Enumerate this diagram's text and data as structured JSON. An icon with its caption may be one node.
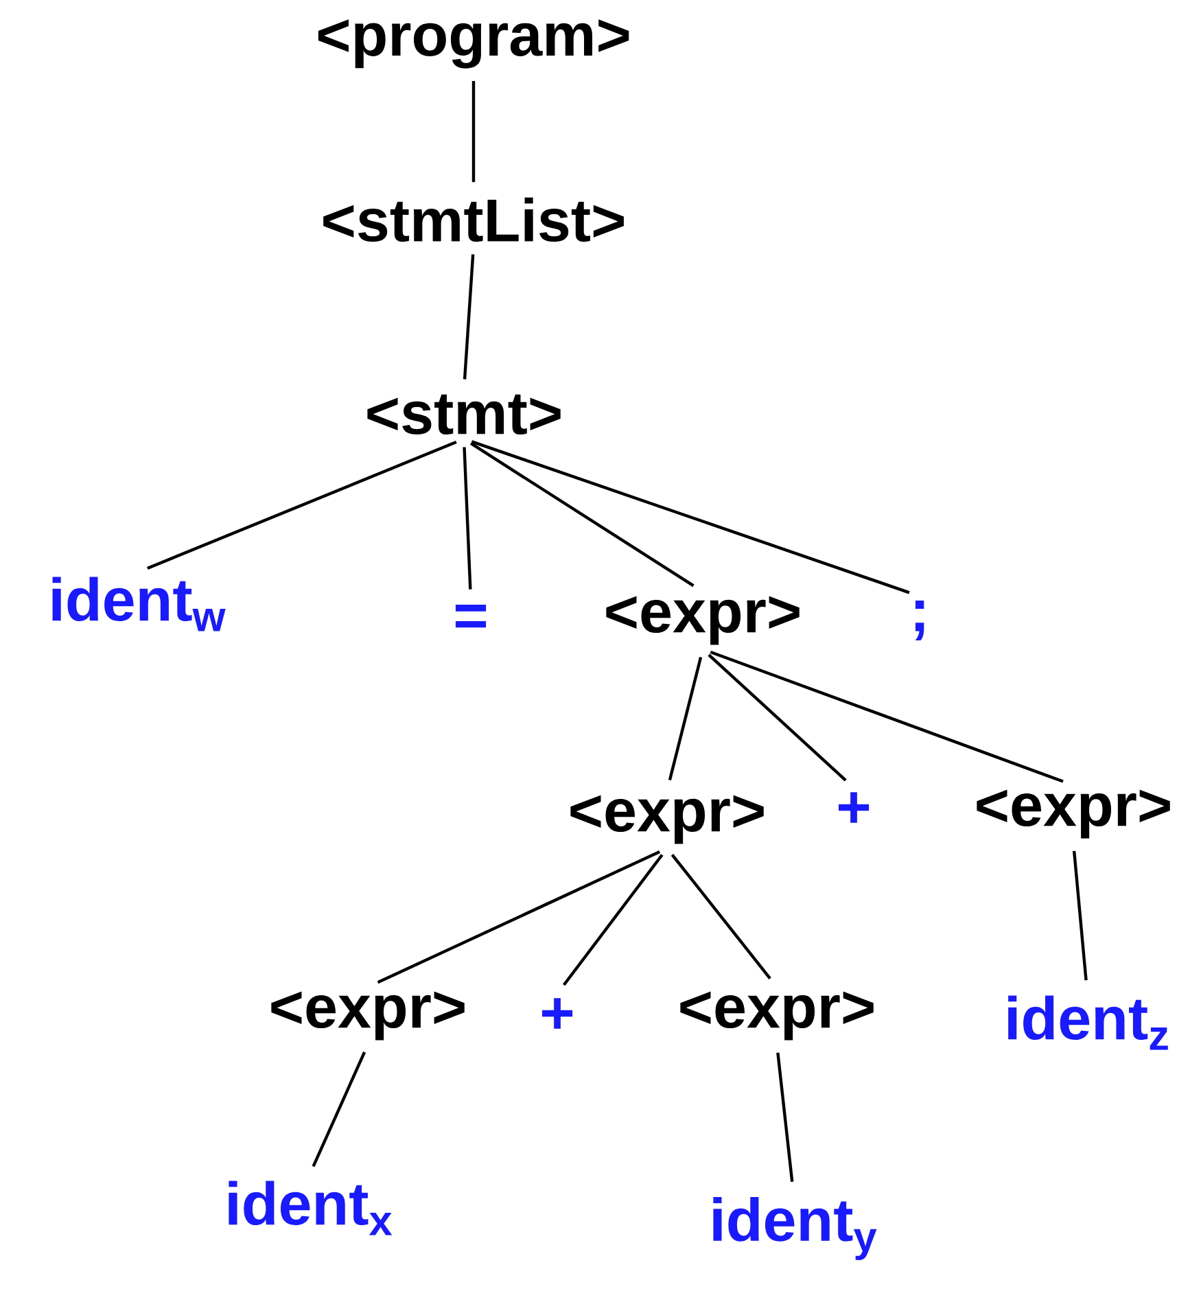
{
  "diagram": {
    "nodes": [
      {
        "text": [
          "<program>"
        ]
      },
      {
        "text": [
          "<stmtList>"
        ]
      },
      {
        "text": [
          "<stmt>"
        ]
      },
      {
        "text": [
          "ident$_{w}$"
        ]
      },
      {
        "text": [
          "="
        ]
      },
      {
        "text": [
          "<expr>"
        ]
      },
      {
        "text": [
          ";"
        ]
      },
      {
        "text": [
          "<expr>"
        ]
      },
      {
        "text": [
          "+"
        ]
      },
      {
        "text": [
          "<expr>"
        ]
      },
      {
        "text": [
          "<expr>"
        ]
      },
      {
        "text": [
          "+"
        ]
      },
      {
        "text": [
          "<expr>"
        ]
      },
      {
        "text": [
          "ident$_{z}$"
        ]
      },
      {
        "text": [
          "ident$_{x}$"
        ]
      },
      {
        "text": [
          "ident$_{y}$"
        ]
      }
    ],
    "edges": [
      {
        "from": 0,
        "to": 1,
        "arrow": "none"
      },
      {
        "from": 1,
        "to": 2,
        "arrow": "none"
      },
      {
        "from": 2,
        "to": 3,
        "arrow": "none"
      },
      {
        "from": 2,
        "to": 4,
        "arrow": "none"
      },
      {
        "from": 2,
        "to": 5,
        "arrow": "none"
      },
      {
        "from": 2,
        "to": 6,
        "arrow": "none"
      },
      {
        "from": 5,
        "to": 7,
        "arrow": "none"
      },
      {
        "from": 5,
        "to": 8,
        "arrow": "none"
      },
      {
        "from": 5,
        "to": 9,
        "arrow": "none"
      },
      {
        "from": 9,
        "to": 13,
        "arrow": "none"
      },
      {
        "from": 7,
        "to": 10,
        "arrow": "none"
      },
      {
        "from": 7,
        "to": 11,
        "arrow": "none"
      },
      {
        "from": 7,
        "to": 12,
        "arrow": "none"
      },
      {
        "from": 10,
        "to": 14,
        "arrow": "none"
      },
      {
        "from": 12,
        "to": 15,
        "arrow": "none"
      }
    ]
  }
}
